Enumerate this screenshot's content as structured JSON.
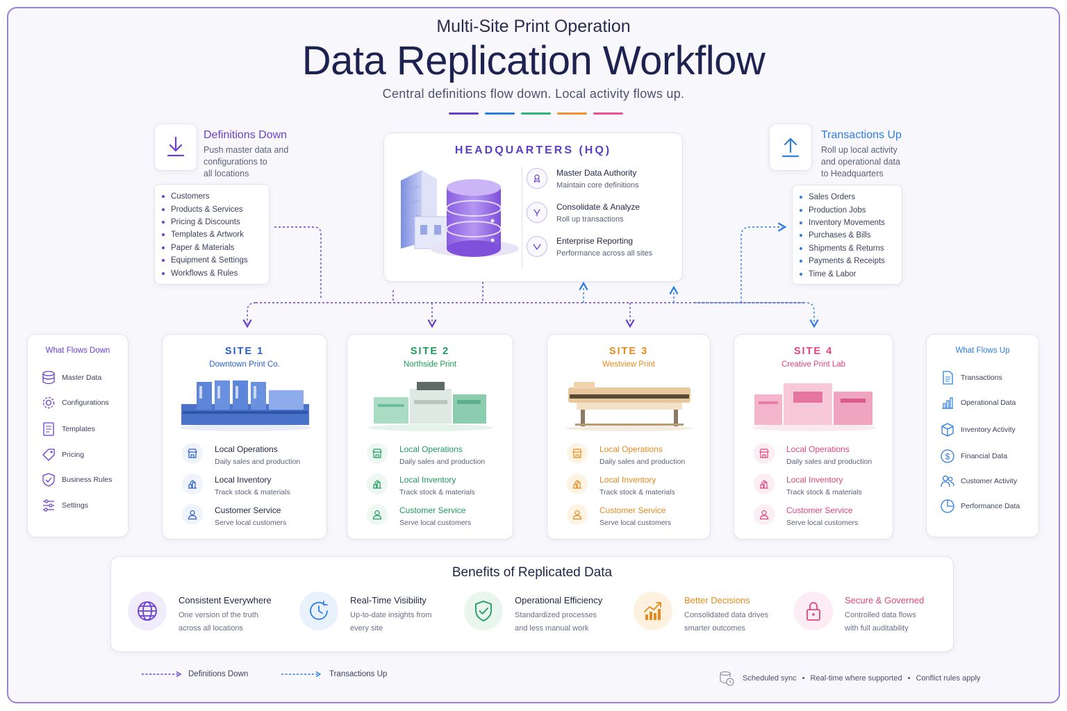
{
  "header": {
    "subtitle": "Multi-Site Print Operation",
    "title": "Data Replication Workflow",
    "tagline": "Central definitions flow down. Local activity flows up.",
    "accent_bars": [
      "#6a3fd0",
      "#2b7de0",
      "#2fb573",
      "#f0922e",
      "#ec4f8f"
    ]
  },
  "definitions_down": {
    "title": "Definitions Down",
    "description_lines": [
      "Push master data and",
      "configurations to",
      "all locations"
    ],
    "icon": "download-arrow-icon",
    "color": "#6a3fd0",
    "items": [
      "Customers",
      "Products & Services",
      "Pricing & Discounts",
      "Templates & Artwork",
      "Paper & Materials",
      "Equipment & Settings",
      "Workflows & Rules"
    ]
  },
  "transactions_up": {
    "title": "Transactions Up",
    "description_lines": [
      "Roll up local activity",
      "and operational data",
      "to Headquarters"
    ],
    "icon": "upload-arrow-icon",
    "color": "#2b7de0",
    "items": [
      "Sales Orders",
      "Production Jobs",
      "Inventory Movements",
      "Purchases & Bills",
      "Shipments & Returns",
      "Payments & Receipts",
      "Time & Labor"
    ]
  },
  "hq": {
    "title": "HEADQUARTERS (HQ)",
    "items": [
      {
        "title": "Master Data Authority",
        "desc": "Maintain core definitions",
        "icon": "badge-icon"
      },
      {
        "title": "Consolidate & Analyze",
        "desc": "Roll up transactions",
        "icon": "merge-icon"
      },
      {
        "title": "Enterprise Reporting",
        "desc": "Performance across all sites",
        "icon": "report-icon"
      }
    ]
  },
  "sites": [
    {
      "name": "SITE 1",
      "subtitle": "Downtown Print Co.",
      "color": "#2b5fc9",
      "icon_bg": "#eef3fc",
      "machine": "offset-press-image"
    },
    {
      "name": "SITE 2",
      "subtitle": "Northside Print",
      "color": "#1e9a5c",
      "icon_bg": "#ecf8f1",
      "machine": "digital-press-image"
    },
    {
      "name": "SITE 3",
      "subtitle": "Westview Print",
      "color": "#e58a1c",
      "icon_bg": "#fff3e4",
      "machine": "wide-format-printer-image"
    },
    {
      "name": "SITE 4",
      "subtitle": "Creative Print Lab",
      "color": "#e0457f",
      "icon_bg": "#fdeef4",
      "machine": "finishing-press-image"
    }
  ],
  "site_items": [
    {
      "title": "Local Operations",
      "desc": "Daily sales and production",
      "icon": "shop-icon"
    },
    {
      "title": "Local Inventory",
      "desc": "Track stock & materials",
      "icon": "inventory-icon"
    },
    {
      "title": "Customer Service",
      "desc": "Serve local customers",
      "icon": "person-icon"
    }
  ],
  "what_flows_down": {
    "title": "What Flows Down",
    "color": "#6a3fd0",
    "items": [
      {
        "label": "Master Data",
        "icon": "database-icon"
      },
      {
        "label": "Configurations",
        "icon": "gear-icon"
      },
      {
        "label": "Templates",
        "icon": "template-icon"
      },
      {
        "label": "Pricing",
        "icon": "tag-icon"
      },
      {
        "label": "Business Rules",
        "icon": "shield-check-icon"
      },
      {
        "label": "Settings",
        "icon": "sliders-icon"
      }
    ]
  },
  "what_flows_up": {
    "title": "What Flows Up",
    "color": "#2b7de0",
    "items": [
      {
        "label": "Transactions",
        "icon": "document-icon"
      },
      {
        "label": "Operational Data",
        "icon": "bar-chart-icon"
      },
      {
        "label": "Inventory Activity",
        "icon": "box-icon"
      },
      {
        "label": "Financial Data",
        "icon": "dollar-icon"
      },
      {
        "label": "Customer Activity",
        "icon": "users-icon"
      },
      {
        "label": "Performance Data",
        "icon": "pie-chart-icon"
      }
    ]
  },
  "benefits": {
    "title": "Benefits of Replicated Data",
    "items": [
      {
        "title": "Consistent Everywhere",
        "desc_lines": [
          "One version of the truth",
          "across all locations"
        ],
        "color": "#6a3fd0",
        "title_color": "#1f2545",
        "bg": "#f1ecfb",
        "icon": "globe-icon"
      },
      {
        "title": "Real-Time Visibility",
        "desc_lines": [
          "Up-to-date insights from",
          "every site"
        ],
        "color": "#2b7de0",
        "title_color": "#1f2545",
        "bg": "#e9f2fc",
        "icon": "clock-icon"
      },
      {
        "title": "Operational Efficiency",
        "desc_lines": [
          "Standardized processes",
          "and less manual work"
        ],
        "color": "#1e9a5c",
        "title_color": "#1f2545",
        "bg": "#e8f6ee",
        "icon": "shield-check-icon"
      },
      {
        "title": "Better Decisions",
        "desc_lines": [
          "Consolidated data drives",
          "smarter outcomes"
        ],
        "color": "#e58a1c",
        "title_color": "#e58a1c",
        "bg": "#fff1e0",
        "icon": "trend-chart-icon"
      },
      {
        "title": "Secure & Governed",
        "desc_lines": [
          "Controlled data flows",
          "with full auditability"
        ],
        "color": "#e0457f",
        "title_color": "#e0457f",
        "bg": "#fdecf3",
        "icon": "lock-icon"
      }
    ]
  },
  "legend": {
    "down_label": "Definitions Down",
    "up_label": "Transactions Up"
  },
  "footer": {
    "notes": [
      "Scheduled sync",
      "Real-time where supported",
      "Conflict rules apply"
    ],
    "icon": "database-clock-icon"
  }
}
